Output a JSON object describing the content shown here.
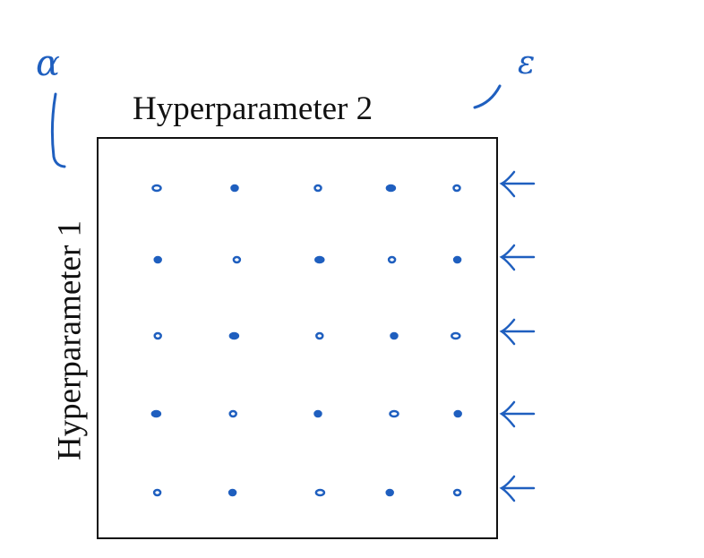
{
  "diagram": {
    "x_axis_label": "Hyperparameter 2",
    "y_axis_label": "Hyperparameter 1",
    "annotation_y": "α",
    "annotation_x": "ε",
    "grid": {
      "rows": 5,
      "cols": 5
    },
    "row_arrows": 5,
    "ink_color": "#1f5fbf"
  }
}
